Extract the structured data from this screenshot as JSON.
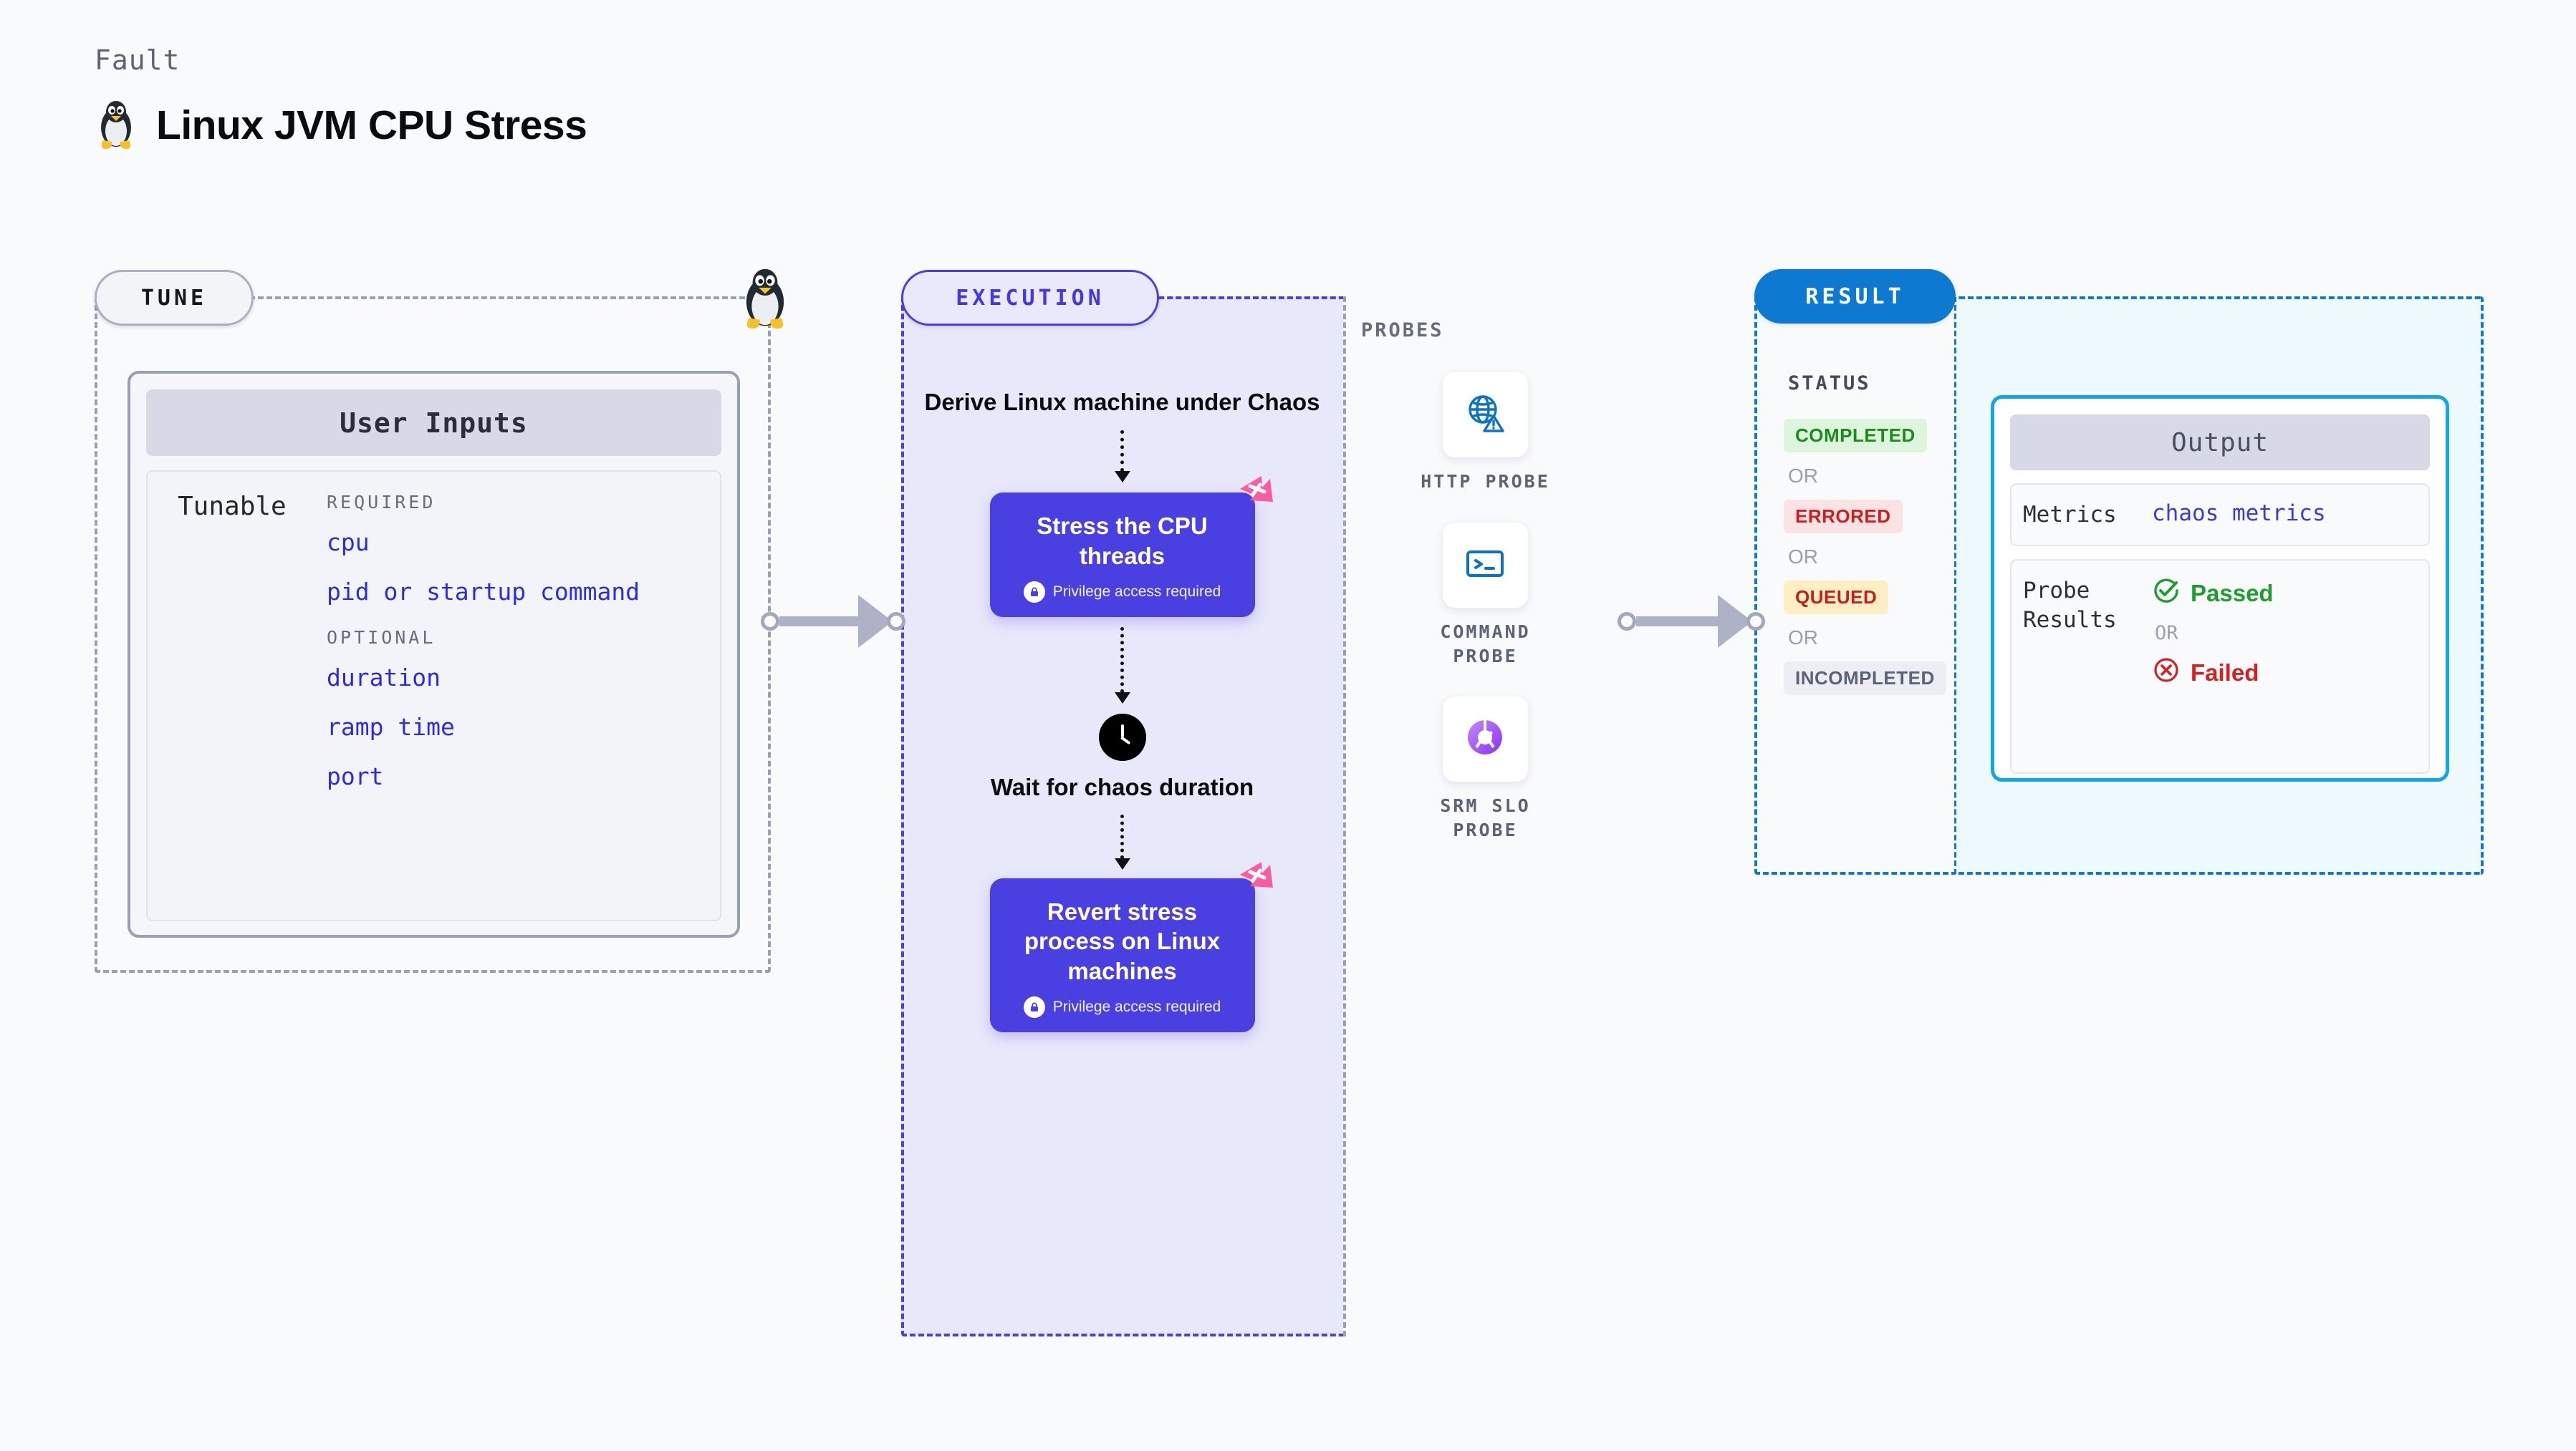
{
  "header": {
    "kicker": "Fault",
    "title": "Linux JVM CPU Stress",
    "icon": "tux-penguin-icon"
  },
  "sections": {
    "tune": {
      "label": "TUNE"
    },
    "execution": {
      "label": "EXECUTION"
    },
    "probes": {
      "label": "PROBES"
    },
    "result": {
      "label": "RESULT"
    }
  },
  "tune": {
    "card_title": "User Inputs",
    "tunable_label": "Tunable",
    "required_heading": "REQUIRED",
    "optional_heading": "OPTIONAL",
    "required": [
      "cpu",
      "pid or startup command"
    ],
    "optional": [
      "duration",
      "ramp time",
      "port"
    ]
  },
  "execution": {
    "derive_step": "Derive Linux machine under Chaos",
    "stress_step": {
      "title": "Stress the CPU threads",
      "privilege_note": "Privilege access required",
      "lock_icon": "lock-icon",
      "badge_icon": "harness-logo-icon"
    },
    "wait_step": {
      "title": "Wait for chaos duration",
      "icon": "clock-icon"
    },
    "revert_step": {
      "title": "Revert stress process on Linux machines",
      "privilege_note": "Privilege access required",
      "lock_icon": "lock-icon",
      "badge_icon": "harness-logo-icon"
    }
  },
  "probes": [
    {
      "caption": "HTTP PROBE",
      "icon": "globe-warning-icon"
    },
    {
      "caption": "COMMAND\nPROBE",
      "icon": "terminal-prompt-icon"
    },
    {
      "caption": "SRM SLO\nPROBE",
      "icon": "slo-donut-check-icon"
    }
  ],
  "result": {
    "status_heading": "STATUS",
    "or_label": "OR",
    "statuses": [
      {
        "label": "COMPLETED",
        "bg": "#dcf5dc",
        "fg": "#1b8b1b"
      },
      {
        "label": "ERRORED",
        "bg": "#fbe3e3",
        "fg": "#cc1f1f"
      },
      {
        "label": "QUEUED",
        "bg": "#fdeec4",
        "fg": "#c22020"
      },
      {
        "label": "INCOMPLETED",
        "bg": "#eceef4",
        "fg": "#5b6378"
      }
    ]
  },
  "output": {
    "card_title": "Output",
    "metrics_key": "Metrics",
    "metrics_value": "chaos metrics",
    "probe_results_key": "Probe\nResults",
    "passed_label": "Passed",
    "failed_label": "Failed",
    "or_label": "OR",
    "passed_icon": "check-circle-icon",
    "failed_icon": "x-circle-icon"
  },
  "colors": {
    "background": "#f9fafc",
    "execution_accent": "#4a3fe0",
    "execution_fill": "#e8e8fb",
    "result_accent": "#0d79d1",
    "output_fill": "#effafe",
    "output_border": "#12a6e8",
    "tune_accent": "#9aa0b4",
    "tunable_value": "#2b2ce0",
    "harness_pink": "#fb5ca0",
    "connector": "#aeb2c6"
  }
}
